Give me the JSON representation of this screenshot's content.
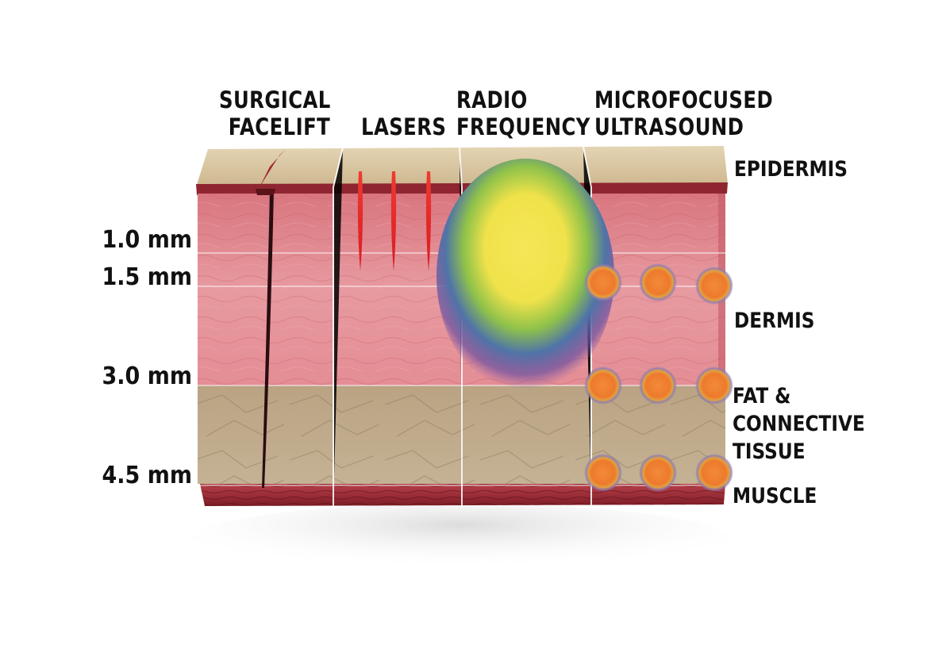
{
  "columns": [
    {
      "id": "surgical",
      "lines": [
        "SURGICAL",
        "FACELIFT"
      ]
    },
    {
      "id": "lasers",
      "lines": [
        "LASERS"
      ]
    },
    {
      "id": "radio",
      "lines": [
        "RADIO",
        "FREQUENCY"
      ]
    },
    {
      "id": "ultrasound",
      "lines": [
        "MICROFOCUSED",
        "ULTRASOUND"
      ]
    }
  ],
  "layers": [
    {
      "id": "epidermis",
      "lines": [
        "EPIDERMIS"
      ]
    },
    {
      "id": "dermis",
      "lines": [
        "DERMIS"
      ]
    },
    {
      "id": "fat",
      "lines": [
        "FAT &",
        "CONNECTIVE",
        "TISSUE"
      ]
    },
    {
      "id": "muscle",
      "lines": [
        "MUSCLE"
      ]
    }
  ],
  "depths": [
    "1.0 mm",
    "1.5 mm",
    "3.0 mm",
    "4.5 mm"
  ],
  "colors": {
    "epidermis": "#d9c7a3",
    "dermis": "#e38b92",
    "fat": "#bfa98a",
    "muscle": "#9e2a33",
    "laser": "#e8222a",
    "rf_core": "#f4e04a",
    "ultrasound_dot": "#f07a2a"
  }
}
